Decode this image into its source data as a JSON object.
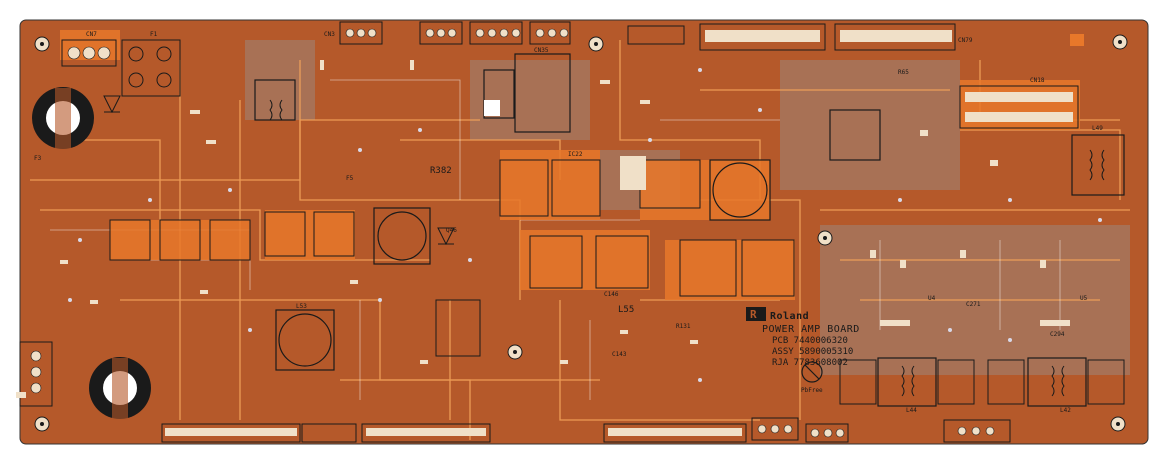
{
  "board": {
    "brand": "Roland",
    "title": "POWER AMP BOARD",
    "line1": "PCB 7440006320",
    "line2": "ASSY 5890005310",
    "line3": "RJA 7783608002",
    "pbfree": "PbFree"
  },
  "refdes": {
    "cn7": "CN7",
    "f1": "F1",
    "cn3": "CN3",
    "cn35": "CN35",
    "cn79": "CN79",
    "cn18": "CN18",
    "r382": "R382",
    "f5": "F5",
    "l55": "L55",
    "l53": "L53",
    "l49": "L49",
    "l42": "L42",
    "l44": "L44",
    "u4": "U4",
    "u5": "U5",
    "r65": "R65",
    "ic22": "IC22",
    "c146": "C146",
    "c143": "C143",
    "c271": "C271",
    "c294": "C294",
    "r131": "R131",
    "q46": "Q46",
    "f3": "F3"
  },
  "colors": {
    "board": "#b5592a",
    "copper": "#e8782a",
    "pad": "#f0e0c8",
    "silk": "#1a1a1a",
    "ground": "#c06a38",
    "via": "#d8d8e8"
  }
}
